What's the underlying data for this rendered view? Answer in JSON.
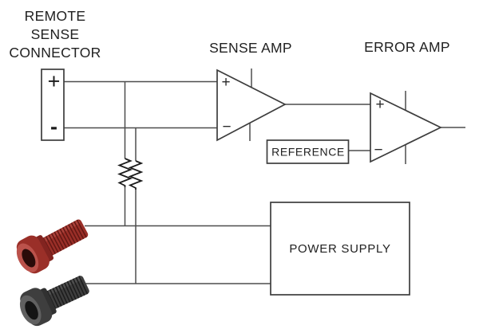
{
  "colors": {
    "background": "#ffffff",
    "wire": "#4d4d4d",
    "outline": "#3d3d3d",
    "resistor": "#1c1c1c",
    "text": "#212121",
    "red_terminal": "#9a2f28",
    "black_terminal": "#3e3e3e"
  },
  "connector": {
    "label_lines": [
      "REMOTE",
      "SENSE",
      "CONNECTOR"
    ],
    "plus": "+",
    "minus": "-"
  },
  "sense_amp": {
    "title": "SENSE AMP",
    "plus": "+",
    "minus": "−"
  },
  "error_amp": {
    "title": "ERROR AMP",
    "plus": "+",
    "minus": "−"
  },
  "reference": {
    "label": "REFERENCE"
  },
  "power_supply": {
    "label": "POWER SUPPLY"
  }
}
